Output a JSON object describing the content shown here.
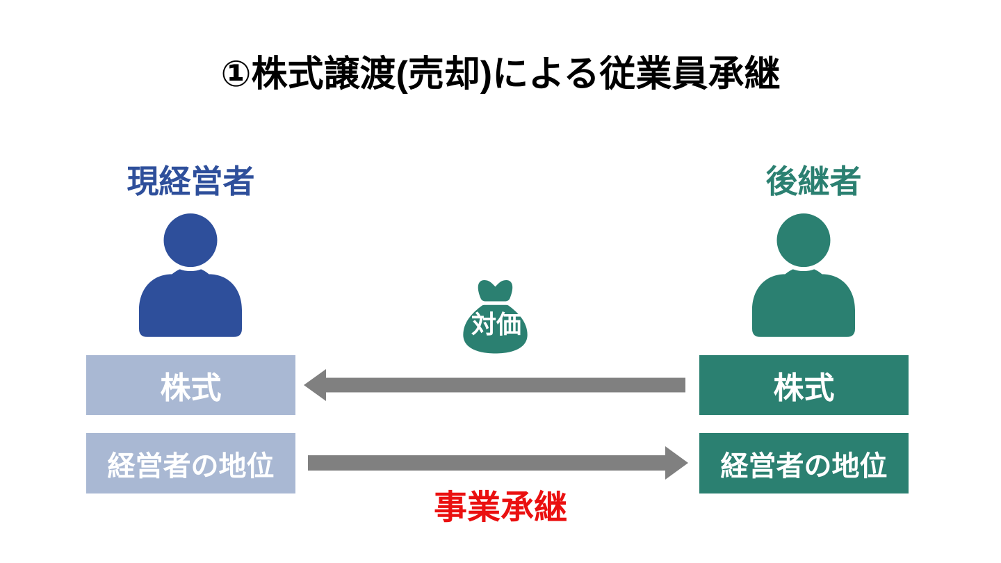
{
  "title": "①株式譲渡(売却)による従業員承継",
  "left_party": {
    "role": "現経営者",
    "items": [
      "株式",
      "経営者の地位"
    ]
  },
  "right_party": {
    "role": "後継者",
    "items": [
      "株式",
      "経営者の地位"
    ]
  },
  "exchange": {
    "consideration_label": "対価",
    "caption": "事業承継"
  },
  "icons": {
    "left_person": "person-icon",
    "right_person": "person-icon",
    "money_bag": "money-bag-icon",
    "stock_arrow": "left-arrow",
    "position_arrow": "right-arrow"
  },
  "colors": {
    "owner_blue": "#2E4F9B",
    "successor_teal": "#2B8071",
    "owner_box_bg": "#A9B8D3",
    "arrow_gray": "#808080",
    "caption_red": "#EA1010",
    "title_black": "#000000",
    "box_text_white": "#FFFFFF"
  }
}
